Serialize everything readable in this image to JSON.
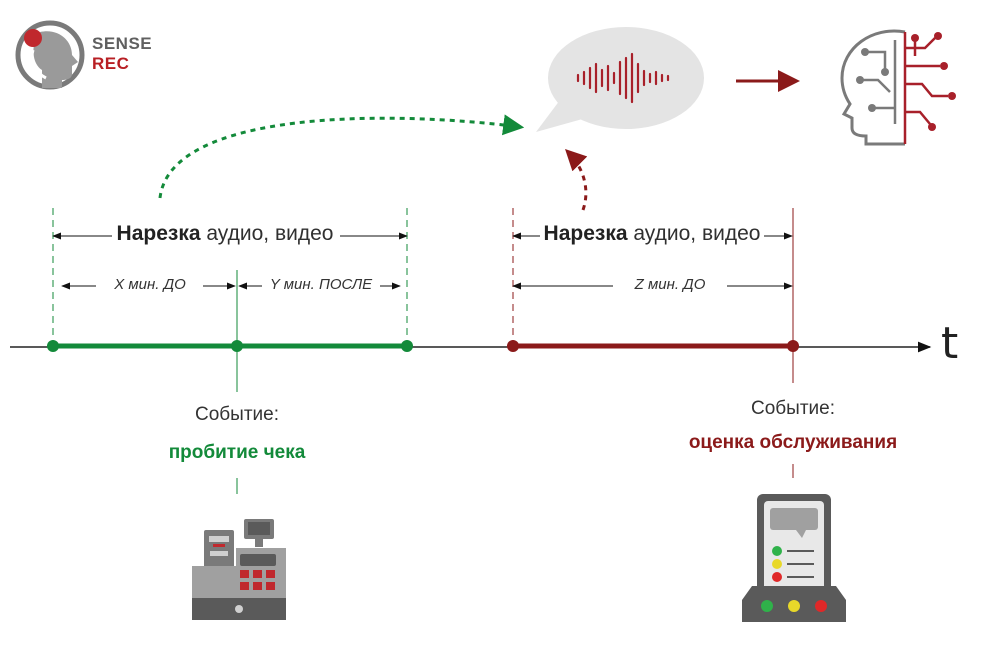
{
  "brand": {
    "line1": "SENSE",
    "line2": "REC"
  },
  "colors": {
    "green": "#138a3a",
    "red": "#8b1a1a",
    "gray": "#a0a0a0"
  },
  "timeline": {
    "axis_label": "t"
  },
  "segment_left": {
    "cut_bold": "Нарезка",
    "cut_rest": " аудио, видео",
    "before_label": "X мин. ДО",
    "after_label": "Y мин. ПОСЛЕ",
    "event_title": "Событие:",
    "event_name": "пробитие чека"
  },
  "segment_right": {
    "cut_bold": "Нарезка",
    "cut_rest": " аудио, видео",
    "before_label": "Z мин. ДО",
    "event_title": "Событие:",
    "event_name": "оценка обслуживания"
  },
  "icons": [
    "logo-head-icon",
    "audio-bubble-icon",
    "arrow-right-icon",
    "ai-brain-head-icon",
    "cash-register-icon",
    "feedback-terminal-icon"
  ]
}
